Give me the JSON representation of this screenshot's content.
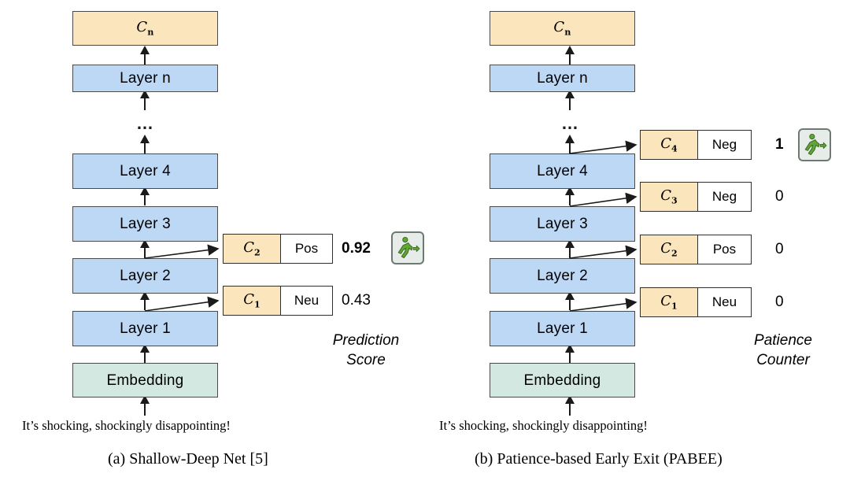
{
  "figure": {
    "input_sentence": "It’s shocking, shockingly disappointing!",
    "ellipsis": "…",
    "colors": {
      "classifier_fill": "#fbe5bc",
      "layer_fill": "#bcd8f5",
      "embedding_fill": "#d3e8e0",
      "border": "#4a4a4a",
      "exit_icon_green": "#5fa832",
      "exit_sign_bg": "#e8ece9"
    }
  },
  "panel_a": {
    "caption": "(a) Shallow-Deep Net [5]",
    "score_axis_label": "Prediction\nScore",
    "input_sentence": "It’s shocking, shockingly disappointing!",
    "stack": [
      {
        "label": "C",
        "sub": "n",
        "type": "classifier"
      },
      {
        "label": "Layer n",
        "type": "layer"
      },
      {
        "label": "Layer 4",
        "type": "layer"
      },
      {
        "label": "Layer 3",
        "type": "layer"
      },
      {
        "label": "Layer 2",
        "type": "layer"
      },
      {
        "label": "Layer 1",
        "type": "layer"
      },
      {
        "label": "Embedding",
        "type": "embedding"
      }
    ],
    "exits": [
      {
        "classifier": "C",
        "sub": "2",
        "prediction": "Pos",
        "score": "0.92",
        "highlighted": true,
        "exit_taken": true
      },
      {
        "classifier": "C",
        "sub": "1",
        "prediction": "Neu",
        "score": "0.43",
        "highlighted": false,
        "exit_taken": false
      }
    ],
    "exit_icon": "running-man-exit-icon"
  },
  "panel_b": {
    "caption": "(b) Patience-based Early Exit (PABEE)",
    "score_axis_label": "Patience\nCounter",
    "input_sentence": "It’s shocking, shockingly disappointing!",
    "stack": [
      {
        "label": "C",
        "sub": "n",
        "type": "classifier"
      },
      {
        "label": "Layer n",
        "type": "layer"
      },
      {
        "label": "Layer 4",
        "type": "layer"
      },
      {
        "label": "Layer 3",
        "type": "layer"
      },
      {
        "label": "Layer 2",
        "type": "layer"
      },
      {
        "label": "Layer 1",
        "type": "layer"
      },
      {
        "label": "Embedding",
        "type": "embedding"
      }
    ],
    "exits": [
      {
        "classifier": "C",
        "sub": "4",
        "prediction": "Neg",
        "score": "1",
        "highlighted": true,
        "exit_taken": true
      },
      {
        "classifier": "C",
        "sub": "3",
        "prediction": "Neg",
        "score": "0",
        "highlighted": false,
        "exit_taken": false
      },
      {
        "classifier": "C",
        "sub": "2",
        "prediction": "Pos",
        "score": "0",
        "highlighted": false,
        "exit_taken": false
      },
      {
        "classifier": "C",
        "sub": "1",
        "prediction": "Neu",
        "score": "0",
        "highlighted": false,
        "exit_taken": false
      }
    ],
    "exit_icon": "running-man-exit-icon"
  }
}
